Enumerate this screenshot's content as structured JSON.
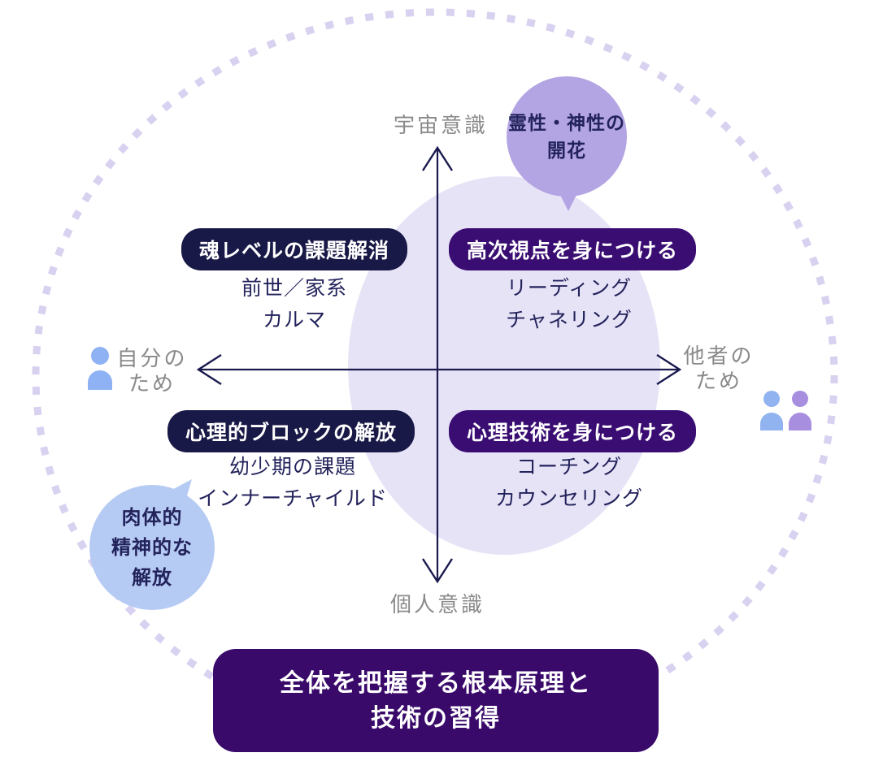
{
  "diagram_title": "全体を把握する根本原理と技術の習得",
  "axes": {
    "top_label": "宇宙意識",
    "bottom_label": "個人意識",
    "left_label": [
      "自分の",
      "ため"
    ],
    "right_label": [
      "他者の",
      "ため"
    ]
  },
  "quadrants": {
    "top_left": {
      "title": "魂レベルの課題解消",
      "items": [
        "前世／家系",
        "カルマ"
      ]
    },
    "top_right": {
      "title": "高次視点を身につける",
      "items": [
        "リーディング",
        "チャネリング"
      ]
    },
    "bottom_left": {
      "title": "心理的ブロックの解放",
      "items": [
        "幼少期の課題",
        "インナーチャイルド"
      ]
    },
    "bottom_right": {
      "title": "心理技術を身につける",
      "items": [
        "コーチング",
        "カウンセリング"
      ]
    }
  },
  "bubbles": {
    "spiritual": {
      "lines": [
        "霊性・神性の",
        "開花"
      ]
    },
    "physical": {
      "lines": [
        "肉体的",
        "精神的な",
        "解放"
      ]
    }
  },
  "footer": {
    "lines": [
      "全体を把握する根本原理と",
      "技術の習得"
    ]
  },
  "icons": {
    "left": "single-person-icon",
    "right_1": "person-icon-blue",
    "right_2": "person-icon-purple"
  },
  "colors": {
    "navy_pill": "#191947",
    "purple_pill": "#3a0d72",
    "footer_purple": "#3a0a6b",
    "bubble_purple": "#b3a4e3",
    "bubble_blue": "#b6cbf3",
    "center_ellipse": "#e7e3f7",
    "dotted_ring": "#d8d1f0",
    "axis_line": "#1a1a4e",
    "gray_label": "#8a8a8a",
    "dark_text": "#23235c",
    "person_blue": "#8fb2f4",
    "person_purple": "#a88ede"
  }
}
